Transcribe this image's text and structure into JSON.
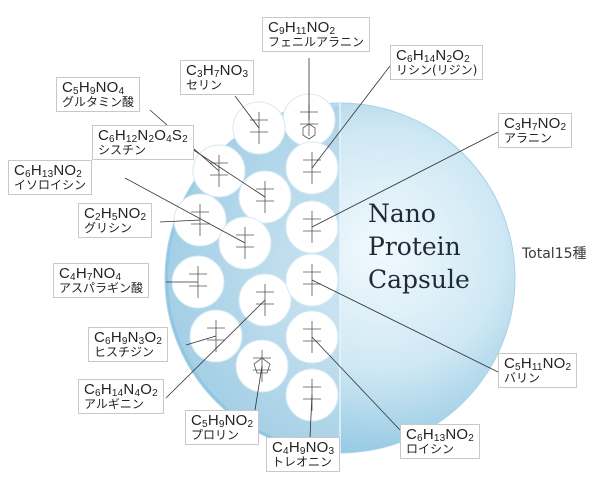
{
  "capsule": {
    "title_lines": [
      "Nano",
      "Protein",
      "Capsule"
    ],
    "total_label": "Total15種",
    "colors": {
      "sphere": "#bfe0f0",
      "sphere_edge": "#8cc4e0",
      "circle": "#ffffff",
      "leader": "#333333"
    }
  },
  "amino_acids": [
    {
      "formula": "C9H11NO2",
      "name": "フェニルアラニン"
    },
    {
      "formula": "C6H14N2O2",
      "name": "リシン(リジン)"
    },
    {
      "formula": "C3H7NO3",
      "name": "セリン"
    },
    {
      "formula": "C5H9NO4",
      "name": "グルタミン酸"
    },
    {
      "formula": "C6H12N2O4S2",
      "name": "シスチン"
    },
    {
      "formula": "C3H7NO2",
      "name": "アラニン"
    },
    {
      "formula": "C6H13NO2",
      "name": "イソロイシン"
    },
    {
      "formula": "C2H5NO2",
      "name": "グリシン"
    },
    {
      "formula": "C4H7NO4",
      "name": "アスパラギン酸"
    },
    {
      "formula": "C6H9N3O2",
      "name": "ヒスチジン"
    },
    {
      "formula": "C5H11NO2",
      "name": "バリン"
    },
    {
      "formula": "C6H14N4O2",
      "name": "アルギニン"
    },
    {
      "formula": "C5H9NO2",
      "name": "プロリン"
    },
    {
      "formula": "C6H13NO2",
      "name": "ロイシン"
    },
    {
      "formula": "C4H9NO3",
      "name": "トレオニン"
    }
  ]
}
